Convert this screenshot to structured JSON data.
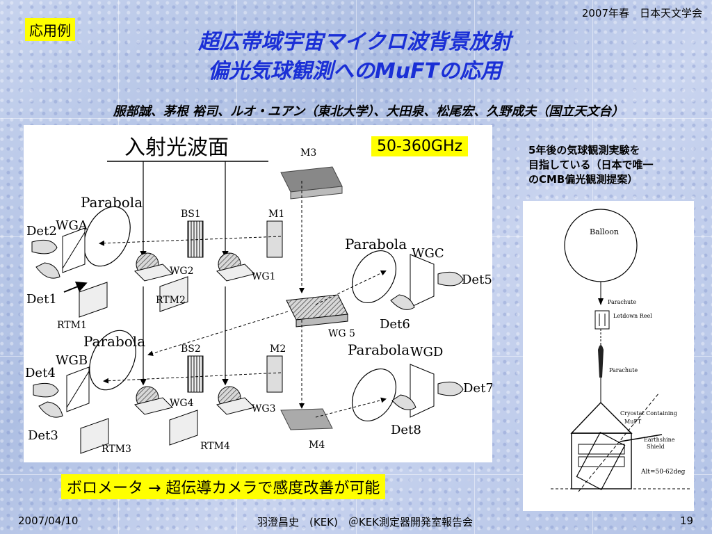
{
  "header": {
    "tag": "応用例",
    "conference": "2007年春　日本天文学会",
    "title_line1": "超広帯域宇宙マイクロ波背景放射",
    "title_line2": "偏光気球観測へのMuFTの応用",
    "authors": "服部誠、茅根 裕司、ルオ・ユアン（東北大学）、大田泉、松尾宏、久野成夫（国立天文台）"
  },
  "diagram": {
    "wavefront_label": "入射光波面",
    "frequency_label": "50-360GHz",
    "labels": {
      "m3": "M3",
      "m1": "M1",
      "m2": "M2",
      "m4": "M4",
      "bs1": "BS1",
      "bs2": "BS2",
      "wg1": "WG1",
      "wg2": "WG2",
      "wg3": "WG3",
      "wg4": "WG4",
      "wg5": "WG 5",
      "wga": "WGA",
      "wgb": "WGB",
      "wgc": "WGC",
      "wgd": "WGD",
      "det1": "Det1",
      "det2": "Det2",
      "det3": "Det3",
      "det4": "Det4",
      "det5": "Det5",
      "det6": "Det6",
      "det7": "Det7",
      "det8": "Det8",
      "rtm1": "RTM1",
      "rtm2": "RTM2",
      "rtm3": "RTM3",
      "rtm4": "RTM4",
      "parabola": "Parabola"
    }
  },
  "side_note": {
    "line1": "5年後の気球観測実験を",
    "line2": "目指している（日本で唯一",
    "line3": "のCMB偏光観測提案）"
  },
  "balloon_diagram": {
    "balloon": "Balloon",
    "parachute1": "Parachute",
    "letdown": "Letdown Reel",
    "parachute2": "Parachute",
    "cryostat": "Cryostat Containing",
    "muft": "MuFT",
    "earthshine1": "Earthshine",
    "earthshine2": "Shield",
    "alt": "Alt=50-62deg"
  },
  "bolometer_note": "ボロメータ → 超伝導カメラで感度改善が可能",
  "footer": {
    "date": "2007/04/10",
    "presenter": "羽澄昌史　(KEK)　＠KEK測定器開発室報告会",
    "page": "19"
  }
}
